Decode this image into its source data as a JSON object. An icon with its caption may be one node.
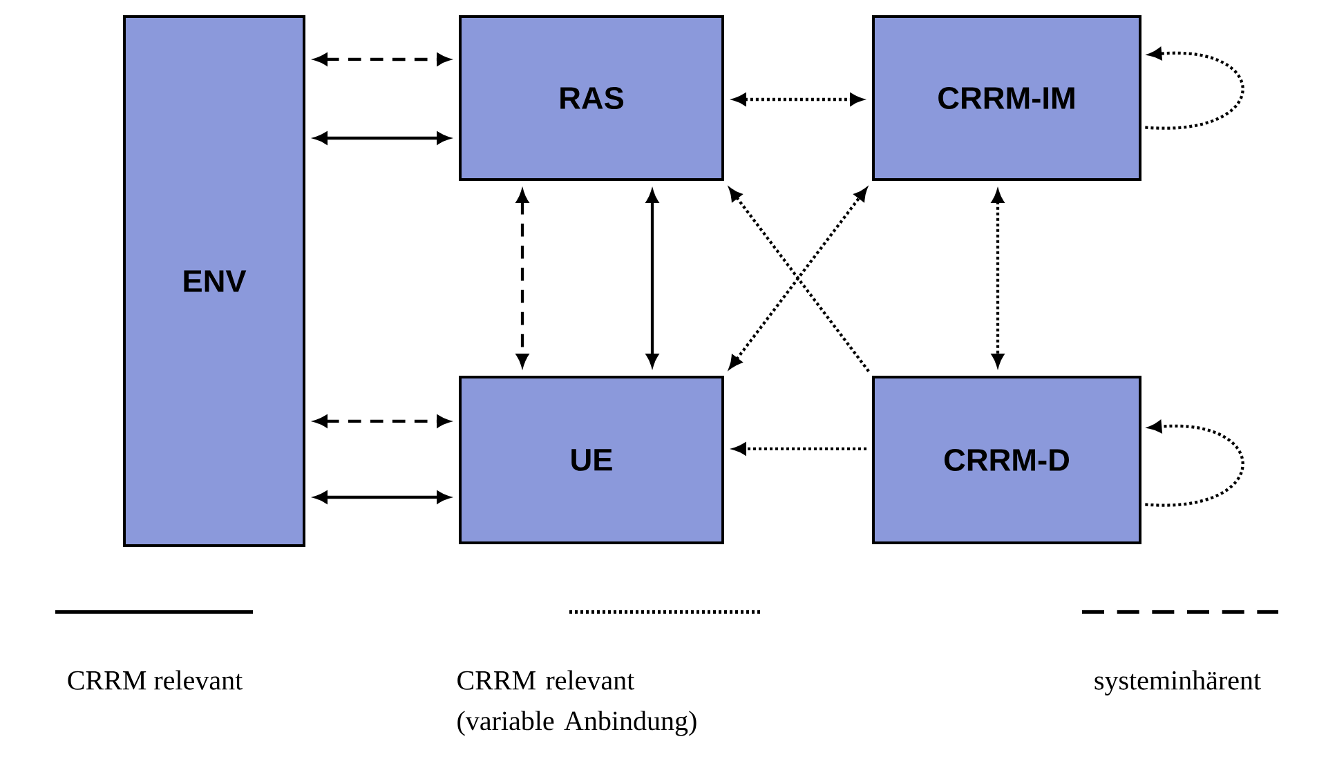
{
  "diagram": {
    "nodes": [
      {
        "text": [
          "ENV"
        ]
      },
      {
        "text": [
          "RAS"
        ]
      },
      {
        "text": [
          "CRRM-IM"
        ]
      },
      {
        "text": [
          "UE"
        ]
      },
      {
        "text": [
          "CRRM-D"
        ]
      }
    ],
    "edges": [
      {
        "from": 0,
        "to": 1,
        "arrow": "both",
        "style": "dashed"
      },
      {
        "from": 0,
        "to": 1,
        "arrow": "both"
      },
      {
        "from": 1,
        "to": 2,
        "arrow": "both",
        "style": "dashed"
      },
      {
        "from": 2,
        "to": 2,
        "arrow": "to",
        "style": "dashed"
      },
      {
        "from": 1,
        "to": 3,
        "arrow": "both",
        "style": "dashed"
      },
      {
        "from": 1,
        "to": 3,
        "arrow": "both"
      },
      {
        "from": 4,
        "to": 1,
        "arrow": "to",
        "style": "dashed"
      },
      {
        "from": 3,
        "to": 2,
        "arrow": "both",
        "style": "dashed"
      },
      {
        "from": 2,
        "to": 4,
        "arrow": "both",
        "style": "dashed"
      },
      {
        "from": 4,
        "to": 3,
        "arrow": "to",
        "style": "dashed"
      },
      {
        "from": 4,
        "to": 4,
        "arrow": "to",
        "style": "dashed"
      },
      {
        "from": 0,
        "to": 3,
        "arrow": "both",
        "style": "dashed"
      },
      {
        "from": 0,
        "to": 3,
        "arrow": "both"
      }
    ],
    "legend": [
      {
        "text": "CRRM relevant"
      },
      {
        "text": "CRRM relevant (variable Anbindung)"
      },
      {
        "text": "systeminhärent"
      }
    ]
  }
}
